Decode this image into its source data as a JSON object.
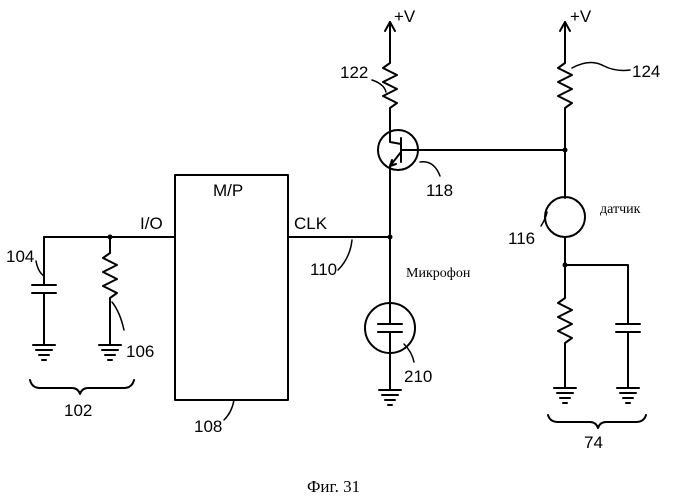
{
  "diagram": {
    "labels": {
      "v_left": "+V",
      "v_right": "+V",
      "mp": "M/P",
      "io": "I/O",
      "clk": "CLK",
      "ref_122": "122",
      "ref_124": "124",
      "ref_118": "118",
      "ref_116": "116",
      "ref_110": "110",
      "ref_104": "104",
      "ref_106": "106",
      "ref_102": "102",
      "ref_108": "108",
      "ref_210": "210",
      "ref_74": "74",
      "sensor": "датчик",
      "microphone": "Микрофон"
    },
    "caption": "Фиг. 31"
  }
}
